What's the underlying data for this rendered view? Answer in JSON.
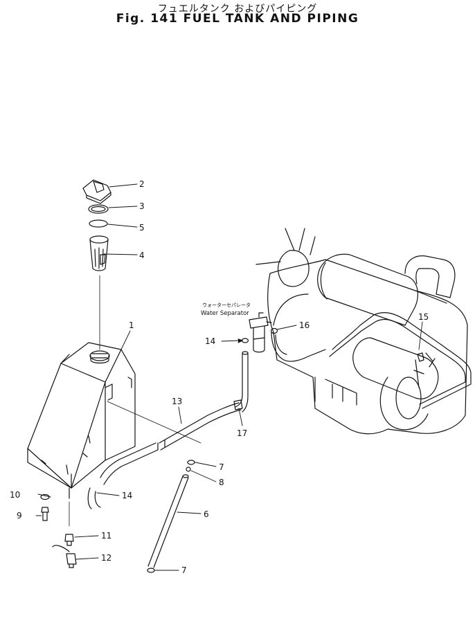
{
  "header": {
    "title_jp": "フュエルタンク およびパイピング",
    "title_en": "Fig. 141 FUEL TANK AND PIPING"
  },
  "annotation": {
    "water_separator_jp": "ウォーターセパレータ",
    "water_separator_en": "Water Separator"
  },
  "callouts": {
    "c1": "1",
    "c2": "2",
    "c3": "3",
    "c4": "4",
    "c5": "5",
    "c6": "6",
    "c7a": "7",
    "c7b": "7",
    "c8": "8",
    "c9": "9",
    "c10": "10",
    "c11": "11",
    "c12": "12",
    "c13": "13",
    "c14a": "14",
    "c14b": "14",
    "c15": "15",
    "c16": "16",
    "c17": "17"
  }
}
